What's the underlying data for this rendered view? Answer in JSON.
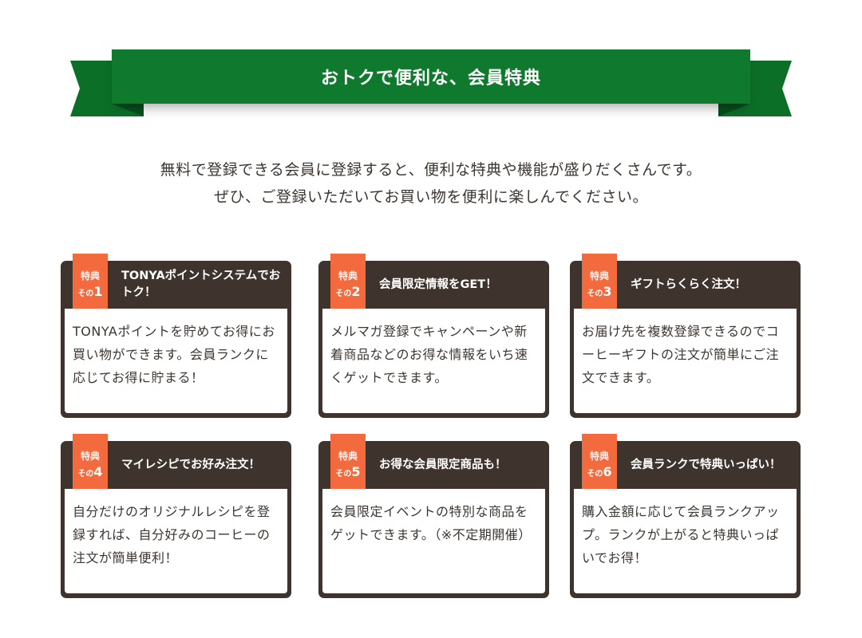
{
  "banner": {
    "title": "おトクで便利な、会員特典"
  },
  "intro": [
    "無料で登録できる会員に登録すると、便利な特典や機能が盛りだくさんです。",
    "ぜひ、ご登録いただいてお買い物を便利に楽しんでください。"
  ],
  "badge_label": "特典",
  "badge_prefix": "その",
  "benefits": [
    {
      "num": "1",
      "title": "TONYAポイントシステムでおトク！",
      "body": "TONYAポイントを貯めてお得にお買い物ができます。会員ランクに応じてお得に貯まる！"
    },
    {
      "num": "2",
      "title": "会員限定情報をGET！",
      "body": "メルマガ登録でキャンペーンや新着商品などのお得な情報をいち速くゲットできます。"
    },
    {
      "num": "3",
      "title": "ギフトらくらく注文！",
      "body": "お届け先を複数登録できるのでコーヒーギフトの注文が簡単にご注文できます。"
    },
    {
      "num": "4",
      "title": "マイレシピでお好み注文！",
      "body": "自分だけのオリジナルレシピを登録すれば、自分好みのコーヒーの注文が簡単便利！"
    },
    {
      "num": "5",
      "title": "お得な会員限定商品も！",
      "body": "会員限定イベントの特別な商品をゲットできます。（※不定期開催）"
    },
    {
      "num": "6",
      "title": "会員ランクで特典いっぱい！",
      "body": "購入金額に応じて会員ランクアップ。ランクが上がると特典いっぱいでお得！"
    }
  ]
}
